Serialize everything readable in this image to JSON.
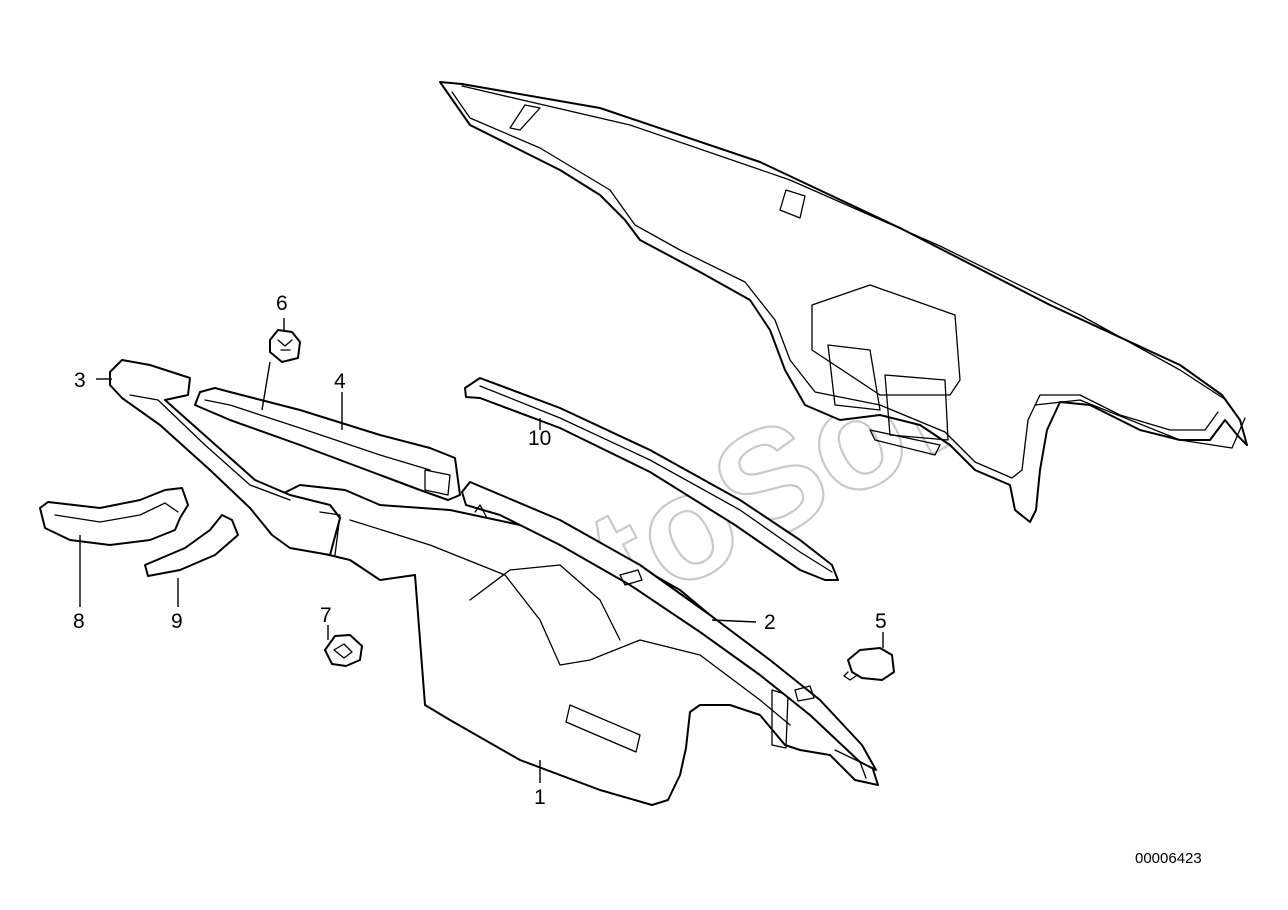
{
  "diagram": {
    "callouts": [
      {
        "id": "1",
        "label": "1"
      },
      {
        "id": "2",
        "label": "2"
      },
      {
        "id": "3",
        "label": "3"
      },
      {
        "id": "4",
        "label": "4"
      },
      {
        "id": "5",
        "label": "5"
      },
      {
        "id": "6",
        "label": "6"
      },
      {
        "id": "7",
        "label": "7"
      },
      {
        "id": "8",
        "label": "8"
      },
      {
        "id": "9",
        "label": "9"
      },
      {
        "id": "10",
        "label": "10"
      }
    ],
    "drawing_number": "00006423",
    "watermark": "AutoSoft"
  }
}
